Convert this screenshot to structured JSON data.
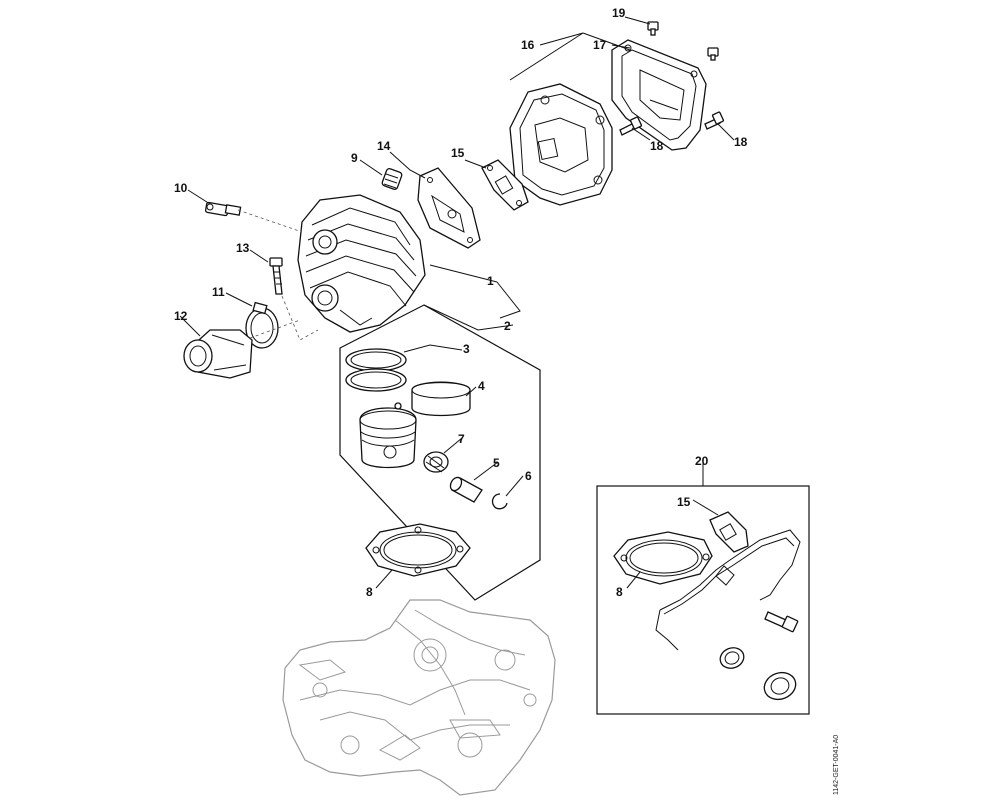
{
  "diagram": {
    "reference_code": "1142-GET-0041-A0",
    "callouts": {
      "c1": "1",
      "c2": "2",
      "c3": "3",
      "c4": "4",
      "c5": "5",
      "c6": "6",
      "c7": "7",
      "c8a": "8",
      "c8b": "8",
      "c9": "9",
      "c10": "10",
      "c11": "11",
      "c12": "12",
      "c13": "13",
      "c14": "14",
      "c15a": "15",
      "c15b": "15",
      "c16": "16",
      "c17": "17",
      "c18a": "18",
      "c18b": "18",
      "c19": "19",
      "c20": "20"
    }
  }
}
